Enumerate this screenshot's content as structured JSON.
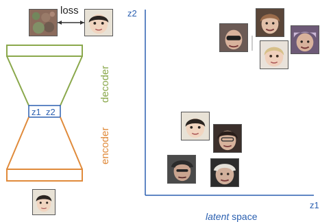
{
  "labels": {
    "loss": "loss",
    "decoder": "decoder",
    "encoder": "encoder",
    "z1_box": "z1",
    "z2_box": "z2",
    "axis_y": "z2",
    "axis_x": "z1",
    "latent_italic": "latent",
    "latent_rest": " space"
  },
  "colors": {
    "decoder": "#8aa84b",
    "encoder": "#e08a3a",
    "latent": "#2a5fb0"
  },
  "icons": [
    "reconstructed-face-image",
    "input-face-image",
    "latent-face-images"
  ]
}
